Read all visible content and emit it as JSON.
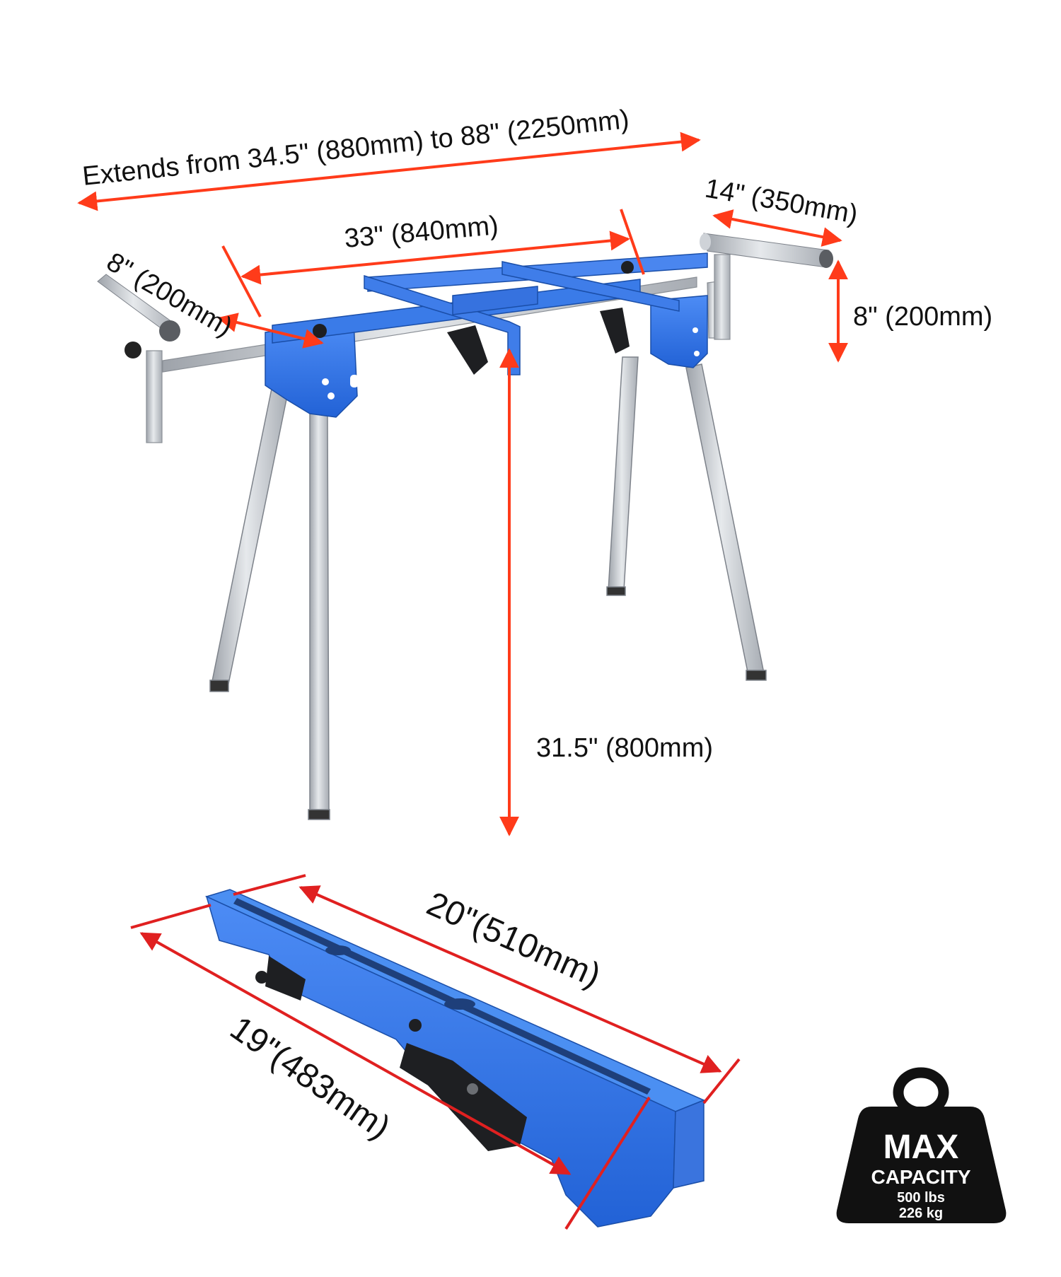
{
  "dimensions": {
    "extends": "Extends from 34.5\" (880mm) to 88\" (2250mm)",
    "top_width": "33\" (840mm)",
    "left_arm": "8\" (200mm)",
    "right_arm": "14\" (350mm)",
    "roller_height": "8\" (200mm)",
    "stand_height": "31.5\" (800mm)",
    "bracket_length": "20\"(510mm)",
    "bracket_depth": "19\"(483mm)"
  },
  "capacity_badge": {
    "max": "MAX",
    "capacity": "CAPACITY",
    "lbs": "500 lbs",
    "kg": "226 kg"
  },
  "colors": {
    "frame_blue": "#2e6fe0",
    "steel": "#c9cdd3",
    "arrow": "#ff3b1a",
    "bracket_arrow": "#e02020",
    "badge": "#111111"
  }
}
